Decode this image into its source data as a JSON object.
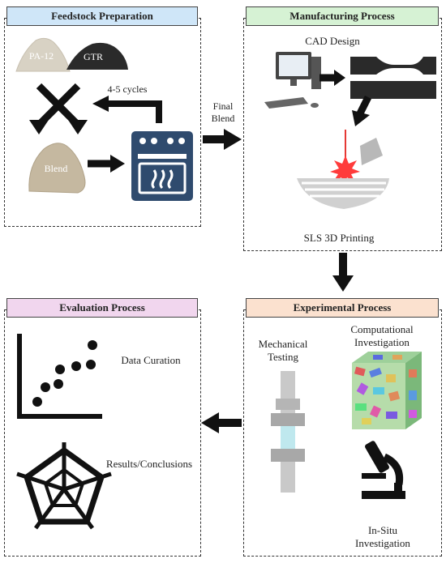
{
  "colors": {
    "feedstock_header": "#cfe6f8",
    "manufacturing_header": "#d6f2d4",
    "evaluation_header": "#f1d6ee",
    "experimental_header": "#fbe1cf",
    "oven": "#2f4b6e",
    "arrow": "#111111"
  },
  "feedstock": {
    "title": "Feedstock Preparation",
    "pa12_label": "PA-12",
    "gtr_label": "GTR",
    "cycles_label": "4-5 cycles",
    "blend_label": "Blend"
  },
  "connector": {
    "final_blend": [
      "Final",
      "Blend"
    ]
  },
  "manufacturing": {
    "title": "Manufacturing Process",
    "cad_label": "CAD Design",
    "sls_label": "SLS 3D Printing"
  },
  "evaluation": {
    "title": "Evaluation Process",
    "data_curation": "Data Curation",
    "results": "Results/Conclusions"
  },
  "experimental": {
    "title": "Experimental Process",
    "mechanical": [
      "Mechanical",
      "Testing"
    ],
    "computational": [
      "Computational",
      "Investigation"
    ],
    "insitu": [
      "In-Situ",
      "Investigation"
    ]
  }
}
